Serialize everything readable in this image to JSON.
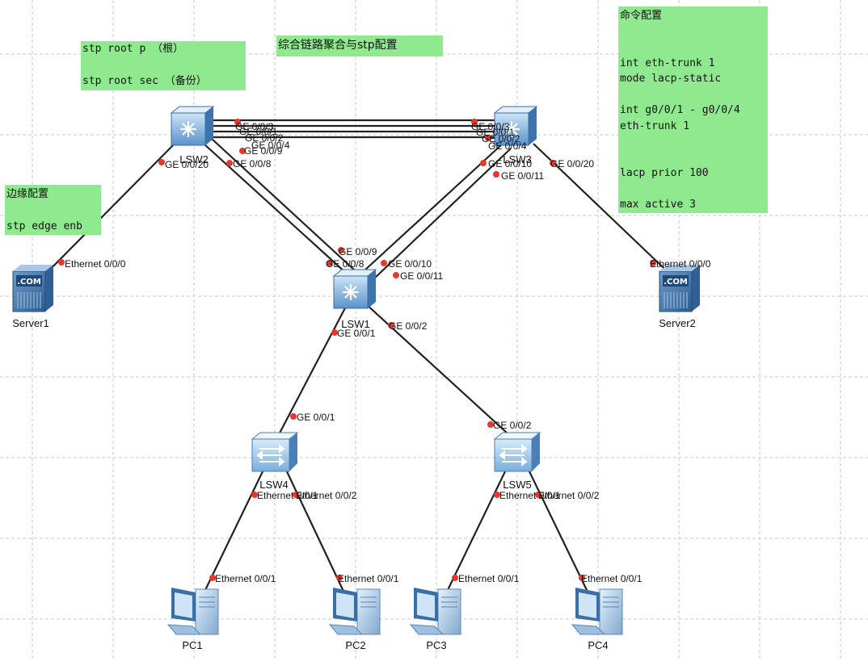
{
  "title": "综合链路聚合与stp配置",
  "notes": {
    "stp_root": "stp root p （根）\n\nstp root sec （备份）",
    "edge_config": "边缘配置\n\nstp edge enb",
    "command_config": "命令配置\n\n\nint eth-trunk 1\nmode lacp-static\n\nint g0/0/1 - g0/0/4\neth-trunk 1\n\n\nlacp prior 100\n\nmax active 3"
  },
  "devices": {
    "lsw2": "LSW2",
    "lsw3": "LSW3",
    "lsw1": "LSW1",
    "lsw4": "LSW4",
    "lsw5": "LSW5",
    "server1": "Server1",
    "server2": "Server2",
    "pc1": "PC1",
    "pc2": "PC2",
    "pc3": "PC3",
    "pc4": "PC4"
  },
  "ports": {
    "lsw2_trunk_1": "GE 0/0/3",
    "lsw2_trunk_2": "GE 0/0/1",
    "lsw2_trunk_3": "GE 0/0/2",
    "lsw2_trunk_4": "GE 0/0/4",
    "lsw2_ge9": "GE 0/0/9",
    "lsw2_ge8": "GE 0/0/8",
    "lsw2_ge20": "GE 0/0/20",
    "lsw3_trunk_1": "GE 0/0/3",
    "lsw3_trunk_2": "GE 0/0/1",
    "lsw3_trunk_3": "GE 0/0/2",
    "lsw3_trunk_4": "GE 0/0/4",
    "lsw3_ge10": "GE 0/0/10",
    "lsw3_ge11": "GE 0/0/11",
    "lsw3_ge20": "GE 0/0/20",
    "lsw1_ge9": "GE 0/0/9",
    "lsw1_ge8": "GE 0/0/8",
    "lsw1_ge10": "GE 0/0/10",
    "lsw1_ge11": "GE 0/0/11",
    "lsw1_ge1": "GE 0/0/1",
    "lsw1_ge2": "GE 0/0/2",
    "lsw4_ge1": "GE 0/0/1",
    "lsw4_eth1": "Ethernet 0/0/1",
    "lsw4_eth2": "Ethernet 0/0/2",
    "lsw5_ge2": "GE 0/0/2",
    "lsw5_eth1": "Ethernet 0/0/1",
    "lsw5_eth2": "Ethernet 0/0/2",
    "server1_eth": "Ethernet 0/0/0",
    "server2_eth": "Ethernet 0/0/0",
    "pc1_eth": "Ethernet 0/0/1",
    "pc2_eth": "Ethernet 0/0/1",
    "pc3_eth": "Ethernet 0/0/1",
    "pc4_eth": "Ethernet 0/0/1"
  },
  "colors": {
    "note_bg": "#8fea8f",
    "link": "#222222",
    "port_dot": "#e8382b",
    "grid": "#c8c8c8"
  },
  "icons": {
    "core_switch": "l3-switch-icon",
    "access_switch": "l2-switch-icon",
    "server": "server-icon",
    "pc": "pc-icon"
  }
}
